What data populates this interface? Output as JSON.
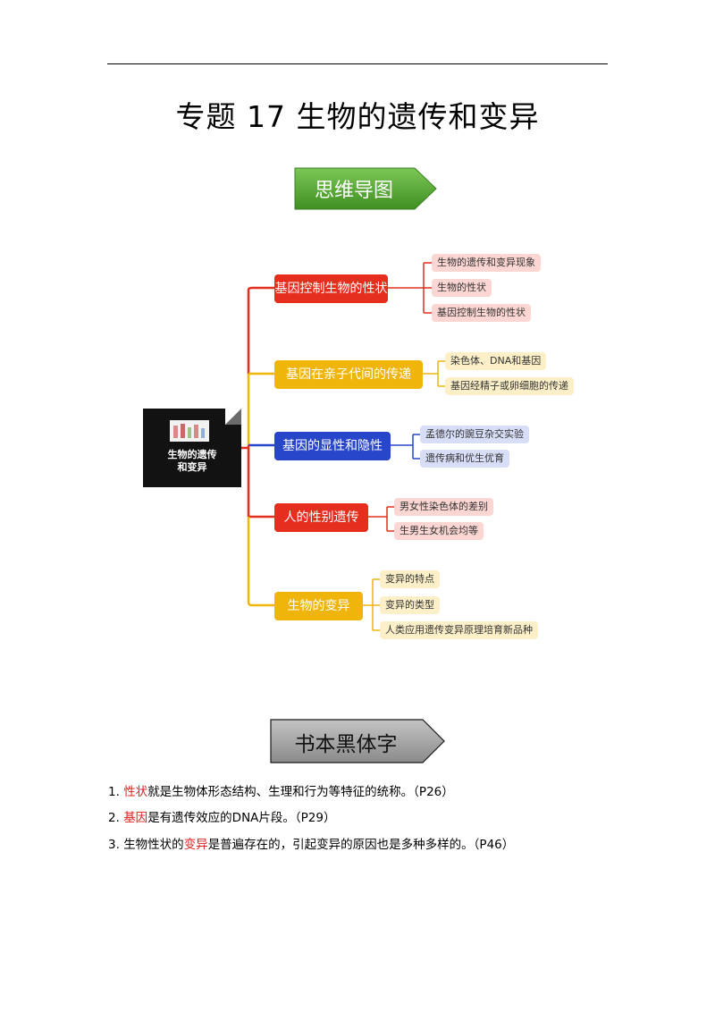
{
  "page": {
    "title": "专题 17  生物的遗传和变异"
  },
  "section1": {
    "label": "思维导图",
    "color": "#5aa632"
  },
  "mindmap": {
    "root": "生物的遗传和变异",
    "root_line1": "生物的遗传",
    "root_line2": "和变异",
    "branches": [
      {
        "label": "基因控制生物的性状",
        "color": "#e62e1f",
        "leaf_bg": "#fbd6d2",
        "leaves": [
          "生物的遗传和变异现象",
          "生物的性状",
          "基因控制生物的性状"
        ]
      },
      {
        "label": "基因在亲子代间的传递",
        "color": "#efb50a",
        "leaf_bg": "#fdf0c8",
        "leaves": [
          "染色体、DNA和基因",
          "基因经精子或卵细胞的传递"
        ]
      },
      {
        "label": "基因的显性和隐性",
        "color": "#2746c9",
        "leaf_bg": "#d8def7",
        "leaves": [
          "孟德尔的豌豆杂交实验",
          "遗传病和优生优育"
        ]
      },
      {
        "label": "人的性别遗传",
        "color": "#e62e1f",
        "leaf_bg": "#fbd6d2",
        "leaves": [
          "男女性染色体的差别",
          "生男生女机会均等"
        ]
      },
      {
        "label": "生物的变异",
        "color": "#efb50a",
        "leaf_bg": "#fdf0c8",
        "leaves": [
          "变异的特点",
          "变异的类型",
          "人类应用遗传变异原理培育新品种"
        ]
      }
    ]
  },
  "section2": {
    "label": "书本黑体字",
    "color": "#9a9a9a"
  },
  "items": [
    {
      "num": "1.",
      "highlight": "性状",
      "rest": "就是生物体形态结构、生理和行为等特征的统称。（P26）"
    },
    {
      "num": "2.",
      "highlight": "基因",
      "rest": "是有遗传效应的DNA片段。（P29）"
    },
    {
      "num": "3.",
      "pre": "生物性状的",
      "highlight": "变异",
      "rest": "是普遍存在的，引起变异的原因也是多种多样的。（P46）"
    }
  ],
  "colors": {
    "highlight": "#e02020"
  }
}
